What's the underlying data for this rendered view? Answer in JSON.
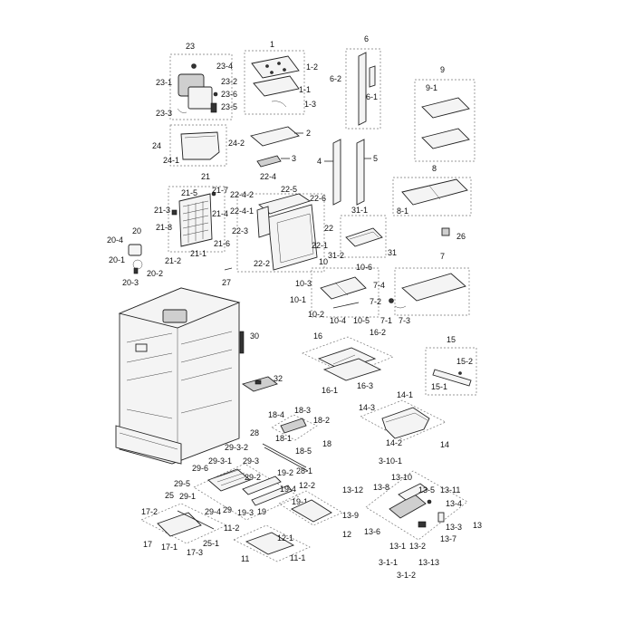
{
  "callouts": {
    "c1": "1",
    "c1_1": "1-1",
    "c1_2": "1-2",
    "c1_3": "1-3",
    "c2": "2",
    "c3": "3",
    "c4": "4",
    "c5": "5",
    "c6": "6",
    "c6_1": "6-1",
    "c6_2": "6-2",
    "c7": "7",
    "c7_1": "7-1",
    "c7_2": "7-2",
    "c7_3": "7-3",
    "c7_4": "7-4",
    "c8": "8",
    "c8_1": "8-1",
    "c9": "9",
    "c9_1": "9-1",
    "c10": "10",
    "c10_1": "10-1",
    "c10_2": "10-2",
    "c10_3": "10-3",
    "c10_4": "10-4",
    "c10_5": "10-5",
    "c10_6": "10-6",
    "c11": "11",
    "c11_1": "11-1",
    "c11_2": "11-2",
    "c12": "12",
    "c12_1": "12-1",
    "c12_2": "12-2",
    "c13": "13",
    "c13_1": "13-1",
    "c13_2": "13-2",
    "c13_3": "13-3",
    "c13_4": "13-4",
    "c13_5": "13-5",
    "c13_6": "13-6",
    "c13_7": "13-7",
    "c13_8": "13-8",
    "c13_9": "13-9",
    "c13_10": "13-10",
    "c13_11": "13-11",
    "c13_12": "13-12",
    "c13_13": "13-13",
    "c3_1_1": "3-1-1",
    "c3_1_2": "3-1-2",
    "c3_10_1": "3-10-1",
    "c14": "14",
    "c14_1": "14-1",
    "c14_2": "14-2",
    "c14_3": "14-3",
    "c15": "15",
    "c15_1": "15-1",
    "c15_2": "15-2",
    "c16": "16",
    "c16_1": "16-1",
    "c16_2": "16-2",
    "c16_3": "16-3",
    "c17": "17",
    "c17_1": "17-1",
    "c17_2": "17-2",
    "c17_3": "17-3",
    "c18": "18",
    "c18_1": "18-1",
    "c18_2": "18-2",
    "c18_3": "18-3",
    "c18_4": "18-4",
    "c18_5": "18-5",
    "c19": "19",
    "c19_1": "19-1",
    "c19_2": "19-2",
    "c19_3": "19-3",
    "c19_4": "19-4",
    "c20": "20",
    "c20_1": "20-1",
    "c20_2": "20-2",
    "c20_3": "20-3",
    "c20_4": "20-4",
    "c21": "21",
    "c21_1": "21-1",
    "c21_2": "21-2",
    "c21_3": "21-3",
    "c21_4": "21-4",
    "c21_5": "21-5",
    "c21_6": "21-6",
    "c21_7": "21-7",
    "c21_8": "21-8",
    "c22": "22",
    "c22_1": "22-1",
    "c22_2": "22-2",
    "c22_3": "22-3",
    "c22_4": "22-4",
    "c22_4_1": "22-4-1",
    "c22_4_2": "22-4-2",
    "c22_5": "22-5",
    "c22_6": "22-6",
    "c23": "23",
    "c23_1": "23-1",
    "c23_2": "23-2",
    "c23_3": "23-3",
    "c23_4": "23-4",
    "c23_5": "23-5",
    "c23_6": "23-6",
    "c24": "24",
    "c24_1": "24-1",
    "c24_2": "24-2",
    "c25": "25",
    "c25_1": "25-1",
    "c26": "26",
    "c27": "27",
    "c28": "28",
    "c28_1": "28-1",
    "c29": "29",
    "c29_1": "29-1",
    "c29_2": "29-2",
    "c29_3": "29-3",
    "c29_3_1": "29-3-1",
    "c29_3_2": "29-3-2",
    "c29_4": "29-4",
    "c29_5": "29-5",
    "c29_6": "29-6",
    "c30": "30",
    "c31": "31",
    "c31_1": "31-1",
    "c31_2": "31-2",
    "c32": "32"
  }
}
